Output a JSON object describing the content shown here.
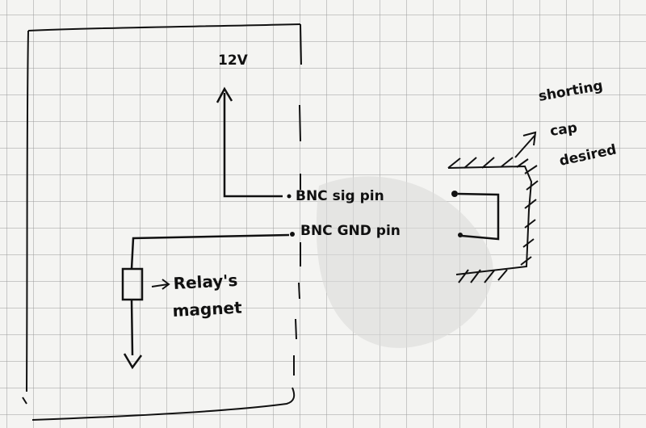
{
  "labels": {
    "supply": "12V",
    "bnc_sig": "BNC sig pin",
    "bnc_gnd": "BNC GND pin",
    "relay_line1": "Relay's",
    "relay_line2": "magnet",
    "shorting_note_line1": "shorting",
    "shorting_note_line2": "cap",
    "shorting_note_line3": "desired"
  }
}
